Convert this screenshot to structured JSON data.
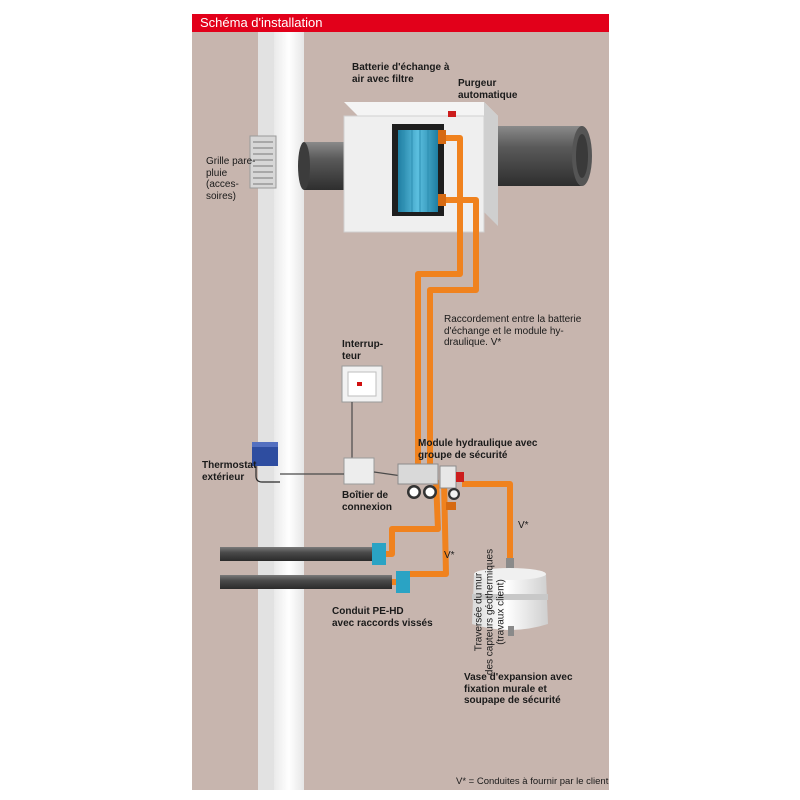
{
  "header": {
    "title": "Schéma d'installation"
  },
  "labels": {
    "battery": "Batterie d'échange à\nair avec filtre",
    "purgeur": "Purgeur\nautomatique",
    "grille": "Grille pare-\npluie\n(acces-\nsoires)",
    "raccordement": "Raccordement entre la batterie\nd'échange et le module hy-\ndraulique. V*",
    "interrupteur": "Interrup-\nteur",
    "module": "Module hydraulique avec\ngroupe de sécurité",
    "thermostat": "Thermostat\nextérieur",
    "boitier": "Boîtier de\nconnexion",
    "v_star_right": "V*",
    "v_star_mid": "V*",
    "wall": "Traversée du mur\ndes capteurs géothermiques (travaux client)",
    "conduit": "Conduit PE-HD\navec raccords vissés",
    "vase": "Vase d'expansion avec\nfixation murale et\nsoupape de sécurité",
    "footnote": "V* = Conduites à fournir par le client"
  },
  "colors": {
    "header": "#e2001a",
    "background": "#c7b5ae",
    "pipe": "#f0821e",
    "coil": "#3ba4c8",
    "thermostat": "#2e4da0",
    "connector": "#2aa3c4"
  }
}
